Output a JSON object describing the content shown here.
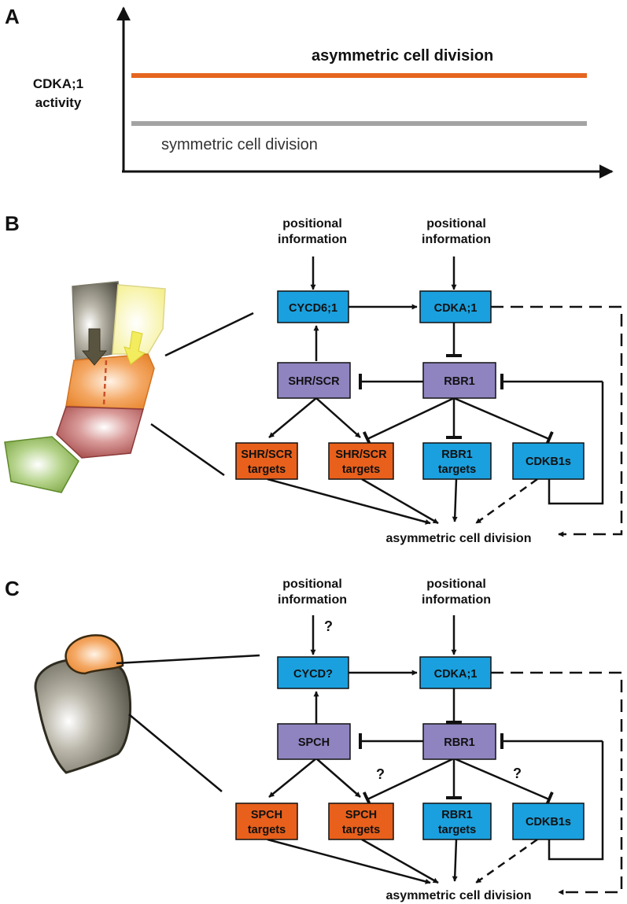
{
  "colors": {
    "blue": "#1aa0de",
    "purple": "#8f84c0",
    "orange": "#e8601c",
    "orange_line": "#e5651e",
    "gray_line": "#a3a3a3"
  },
  "panel_a": {
    "letter": "A",
    "y_label_line1": "CDKA;1",
    "y_label_line2": "activity",
    "asymmetric": "asymmetric cell division",
    "symmetric": "symmetric cell division"
  },
  "panel_b": {
    "letter": "B",
    "positional_1_line1": "positional",
    "positional_1_line2": "information",
    "positional_2_line1": "positional",
    "positional_2_line2": "information",
    "cycd": "CYCD6;1",
    "cdka": "CDKA;1",
    "regulator": "SHR/SCR",
    "rbr1": "RBR1",
    "targets_a_line1": "SHR/SCR",
    "targets_a_line2": "targets",
    "targets_b_line1": "SHR/SCR",
    "targets_b_line2": "targets",
    "rbr1_targets_line1": "RBR1",
    "rbr1_targets_line2": "targets",
    "cdkb": "CDKB1s",
    "outcome": "asymmetric cell division"
  },
  "panel_c": {
    "letter": "C",
    "positional_1_line1": "positional",
    "positional_1_line2": "information",
    "positional_2_line1": "positional",
    "positional_2_line2": "information",
    "question": "?",
    "cycd": "CYCD?",
    "cdka": "CDKA;1",
    "regulator": "SPCH",
    "rbr1": "RBR1",
    "targets_a_line1": "SPCH",
    "targets_a_line2": "targets",
    "targets_b_line1": "SPCH",
    "targets_b_line2": "targets",
    "rbr1_targets_line1": "RBR1",
    "rbr1_targets_line2": "targets",
    "cdkb": "CDKB1s",
    "outcome": "asymmetric cell division"
  }
}
